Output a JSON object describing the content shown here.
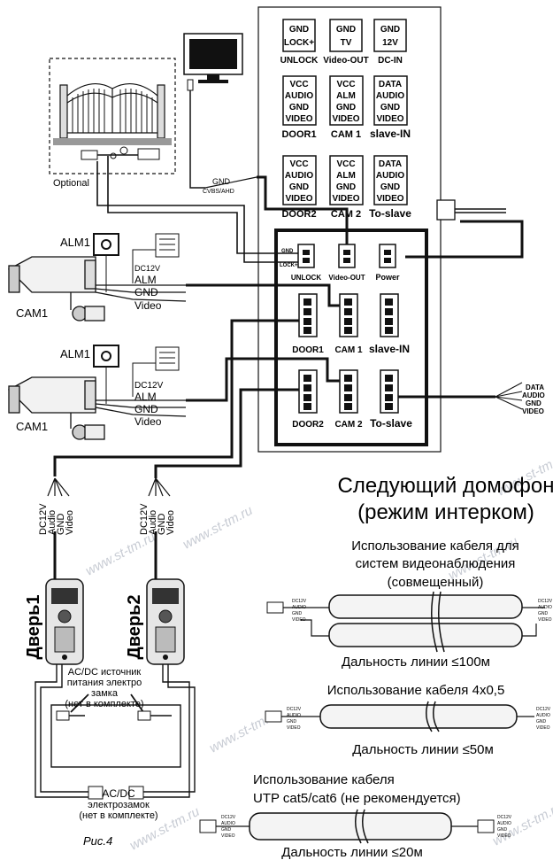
{
  "panel": {
    "top_blocks": [
      {
        "lines": [
          "GND",
          "LOCK+"
        ],
        "caption": "UNLOCK"
      },
      {
        "lines": [
          "GND",
          "TV"
        ],
        "caption": "Video-OUT"
      },
      {
        "lines": [
          "GND",
          "12V"
        ],
        "caption": "DC-IN"
      }
    ],
    "mid_blocks": [
      {
        "lines": [
          "VCC",
          "AUDIO",
          "GND",
          "VIDEO"
        ],
        "caption": "DOOR1"
      },
      {
        "lines": [
          "VCC",
          "ALM",
          "GND",
          "VIDEO"
        ],
        "caption": "CAM 1"
      },
      {
        "lines": [
          "DATA",
          "AUDIO",
          "GND",
          "VIDEO"
        ],
        "caption": "slave-IN"
      }
    ],
    "low_blocks": [
      {
        "lines": [
          "VCC",
          "AUDIO",
          "GND",
          "VIDEO"
        ],
        "caption": "DOOR2"
      },
      {
        "lines": [
          "VCC",
          "ALM",
          "GND",
          "VIDEO"
        ],
        "caption": "CAM 2"
      },
      {
        "lines": [
          "DATA",
          "AUDIO",
          "GND",
          "VIDEO"
        ],
        "caption": "To-slave"
      }
    ],
    "connectors_row1": [
      "UNLOCK",
      "Video-OUT",
      "Power"
    ],
    "connectors_row2": [
      "DOOR1",
      "CAM 1",
      "slave-IN"
    ],
    "connectors_row3": [
      "DOOR2",
      "CAM 2",
      "To-slave"
    ],
    "lock_labels": [
      "GND",
      "LOCK+"
    ]
  },
  "left": {
    "optional_label": "Optional",
    "gnd_label": "GND",
    "cvbs_label": "CVBS/AHD",
    "cam_label": "CAM1",
    "alm_label": "ALM1",
    "cam_wires": [
      "DC12V",
      "ALM",
      "GND",
      "Video"
    ]
  },
  "right_cable_labels": [
    "DATA",
    "AUDIO",
    "GND",
    "VIDEO"
  ],
  "doors": {
    "wire_labels": [
      "DC12V",
      "Audio",
      "GND",
      "Video"
    ],
    "door1_label": "Дверь1",
    "door2_label": "Дверь2",
    "power_label": "AC/DC источник питания электро замка (нет в комплекте)",
    "power_lines": [
      "AC/DC источник",
      "питания электро",
      "замка",
      "(нет в комплекте)"
    ],
    "lock_lines": [
      "AC/DC",
      "электрозамок",
      "(нет в комплекте)"
    ],
    "figure_caption": "Рис.4"
  },
  "intercom": {
    "title_line1": "Следующий домофон",
    "title_line2": "(режим интерком)"
  },
  "cables": [
    {
      "title_lines": [
        "Использование кабеля для",
        "систем видеонаблюдения",
        "(совмещенный)"
      ],
      "range": "Дальность линии ≤100м"
    },
    {
      "title_lines": [
        "Использование кабеля 4x0,5"
      ],
      "range": "Дальность линии ≤50м"
    },
    {
      "title_lines": [
        "Использование кабеля",
        "UTP cat5/cat6 (не рекомендуется)"
      ],
      "range": "Дальность линии ≤20м"
    }
  ],
  "cable_end_labels": [
    "DC12V",
    "AUDIO",
    "GND",
    "VIDEO"
  ],
  "watermark": "www.st-tm.ru"
}
